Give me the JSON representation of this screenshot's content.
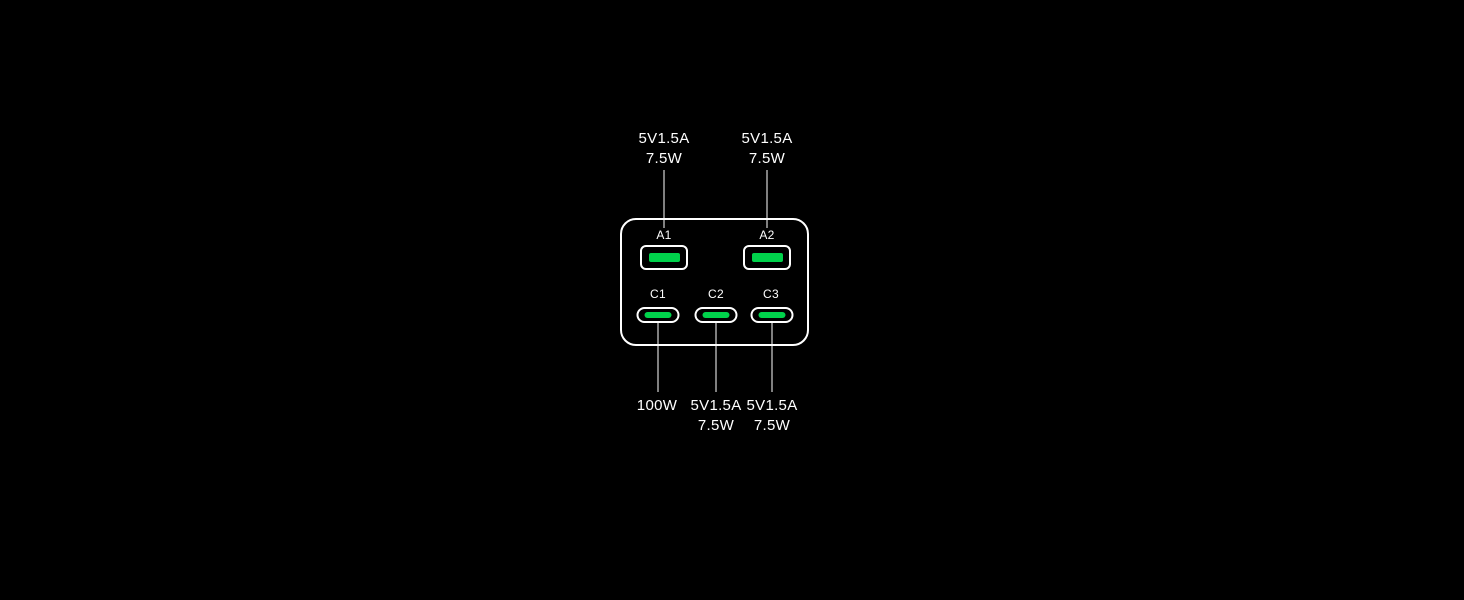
{
  "diagram": {
    "colors": {
      "background": "#000000",
      "outline": "#ffffff",
      "text": "#ffffff",
      "port_fill": "#00d24b"
    },
    "ports": [
      {
        "id": "A1",
        "type": "USB-A",
        "spec_lines": [
          "5V1.5A",
          "7.5W"
        ]
      },
      {
        "id": "A2",
        "type": "USB-A",
        "spec_lines": [
          "5V1.5A",
          "7.5W"
        ]
      },
      {
        "id": "C1",
        "type": "USB-C",
        "spec_lines": [
          "100W"
        ]
      },
      {
        "id": "C2",
        "type": "USB-C",
        "spec_lines": [
          "5V1.5A",
          "7.5W"
        ]
      },
      {
        "id": "C3",
        "type": "USB-C",
        "spec_lines": [
          "5V1.5A",
          "7.5W"
        ]
      }
    ]
  }
}
